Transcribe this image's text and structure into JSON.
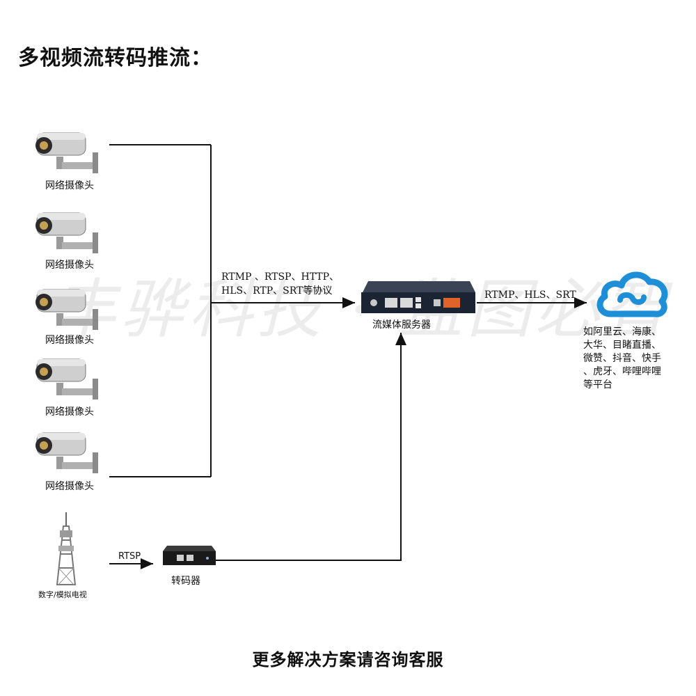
{
  "title": "多视频流转码推流：",
  "watermark": "丰骅科技 · 监图必智",
  "cameras": [
    {
      "label": "网络摄像头"
    },
    {
      "label": "网络摄像头"
    },
    {
      "label": "网络摄像头"
    },
    {
      "label": "网络摄像头"
    },
    {
      "label": "网络摄像头"
    }
  ],
  "protocols_in": {
    "line1": "RTMP  、RTSP、HTTP、",
    "line2": "HLS、RTP、SRT等协议"
  },
  "server": {
    "label": "流媒体服务器"
  },
  "protocols_out": "RTMP、HLS、SRT",
  "platforms": {
    "line1": "如阿里云、海康、",
    "line2": "大华、目睹直播、",
    "line3": "微赞、抖音、快手",
    "line4": "、虎牙、哔哩哔哩",
    "line5": "等平台"
  },
  "tv": {
    "label": "数字/模拟电视"
  },
  "rtsp_label": "RTSP",
  "transcoder": {
    "label": "转码器"
  },
  "footer": "更多解决方案请咨询客服",
  "colors": {
    "line": "#111111",
    "cloud": "#1e8fd6",
    "device": "#1b2433",
    "device_orange": "#e0642a"
  }
}
